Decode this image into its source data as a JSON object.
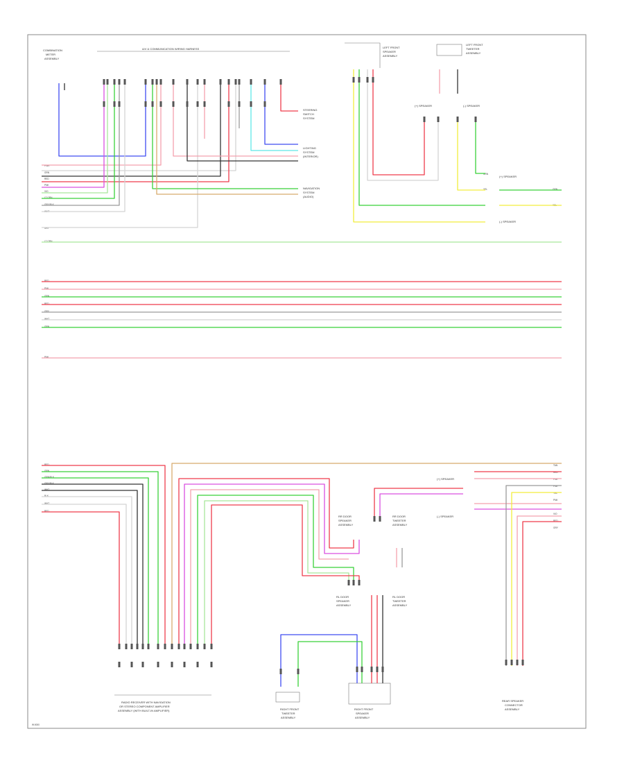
{
  "colors": {
    "red": "#ef3b4b",
    "pink": "#f4a0ad",
    "green": "#38d138",
    "ltgreen": "#a8e69a",
    "blue": "#3f4cf0",
    "violet": "#d94fe0",
    "yellow": "#f2ee3c",
    "tan": "#d8ab6c",
    "gray": "#9a9a9a",
    "black": "#333333",
    "white": "#d4d4d4",
    "cyan": "#5ee8e8",
    "frame": "#8a8a8a"
  },
  "labels": {
    "page_code": "W:0000",
    "top_connector_title": "A/V & COMMUNICATION WIRING HARNESS",
    "left_comp": [
      "COMBINATION",
      "METER",
      "ASSEMBLY"
    ],
    "right_top_comp_a": [
      "LEFT FRONT",
      "SPEAKER",
      "ASSEMBLY"
    ],
    "right_top_comp_b": [
      "LEFT FRONT",
      "TWEETER",
      "ASSEMBLY"
    ],
    "out_steering": [
      "STEERING",
      "SWITCH",
      "SYSTEM"
    ],
    "out_lights": [
      "LIGHTING",
      "SYSTEM",
      "(INTERIOR)"
    ],
    "out_navi": [
      "NAVIGATION",
      "SYSTEM",
      "(AUDIO)"
    ],
    "speaker_low_1": "(+) SPEAKER",
    "speaker_low_2": "(-) SPEAKER",
    "speaker_mid_1": "(+) SPEAKER",
    "speaker_mid_2": "(-) SPEAKER",
    "rr_door_a": [
      "RR DOOR",
      "SPEAKER",
      "ASSEMBLY"
    ],
    "rr_door_b": [
      "RR DOOR",
      "TWEETER",
      "ASSEMBLY"
    ],
    "rl_door_a": [
      "RL DOOR",
      "SPEAKER",
      "ASSEMBLY"
    ],
    "rl_door_b": [
      "RL DOOR",
      "TWEETER",
      "ASSEMBLY"
    ],
    "bottom_left": [
      "RADIO RECEIVER WITH NAVIGATION",
      "OR STEREO COMPONENT AMPLIFIER",
      "ASSEMBLY (WITH BUILT-IN AMPLIFIER)"
    ],
    "bottom_mid_a": [
      "RIGHT FRONT",
      "TWEETER",
      "ASSEMBLY"
    ],
    "bottom_mid_b": [
      "RIGHT FRONT",
      "SPEAKER",
      "ASSEMBLY"
    ],
    "bottom_right": [
      "REAR SPEAKER",
      "CONNECTOR",
      "ASSEMBLY"
    ]
  },
  "wire_codes": {
    "top_left": [
      "PINK",
      "GRN",
      "RED",
      "PNK",
      "VIO",
      "LT GRN",
      "GRY/BLK",
      "WHT",
      "GRY"
    ],
    "top_right": [
      "GRN",
      "YEL",
      "GRN",
      "YEL"
    ],
    "mid_bus": [
      "LT GRN",
      "RED",
      "PNK",
      "GRN",
      "RED",
      "GRY",
      "WHT",
      "GRN",
      "PNK"
    ],
    "lower_left": [
      "RED",
      "GRN",
      "GRN/BLK",
      "GRY/BLK",
      "WHT",
      "BLK",
      "WHT",
      "RED"
    ],
    "lower_right": [
      "TAN",
      "RED",
      "PNK",
      "PNK",
      "YEL",
      "PNK",
      "VIO",
      "RED",
      "GRY"
    ]
  }
}
